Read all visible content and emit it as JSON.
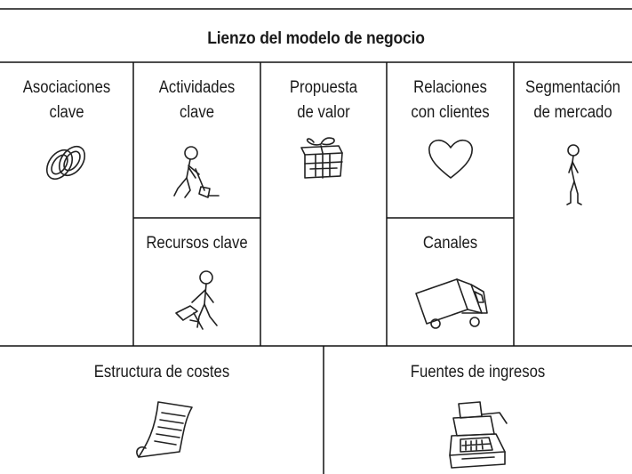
{
  "canvas": {
    "title": "Lienzo del modelo de negocio",
    "blocks": {
      "key_partners": {
        "line1": "Asociaciones",
        "line2": "clave",
        "icon": "chain-links-icon"
      },
      "key_activities": {
        "line1": "Actividades",
        "line2": "clave",
        "icon": "digging-figure-icon"
      },
      "value_proposition": {
        "line1": "Propuesta",
        "line2": "de valor",
        "icon": "gift-box-icon"
      },
      "customer_relationships": {
        "line1": "Relaciones",
        "line2": "con clientes",
        "icon": "heart-icon"
      },
      "customer_segments": {
        "line1": "Segmentación",
        "line2": "de mercado",
        "icon": "standing-figure-icon"
      },
      "key_resources": {
        "label": "Recursos clave",
        "icon": "figure-with-tools-icon"
      },
      "channels": {
        "label": "Canales",
        "icon": "delivery-truck-icon"
      },
      "cost_structure": {
        "label": "Estructura de costes",
        "icon": "paper-scroll-icon"
      },
      "revenue_streams": {
        "label": "Fuentes de ingresos",
        "icon": "cash-register-icon"
      }
    }
  }
}
